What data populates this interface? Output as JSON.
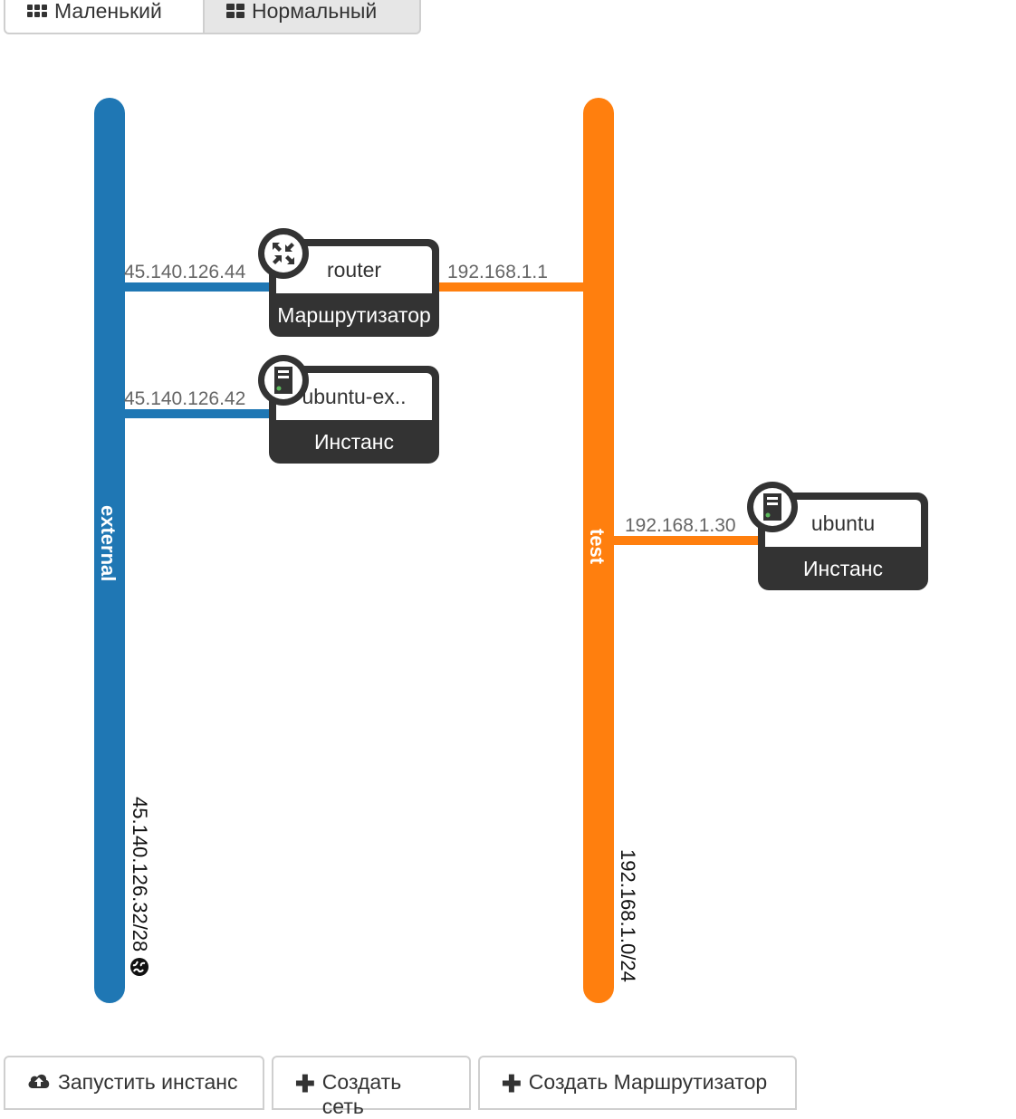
{
  "view_toggle": {
    "small_label": "Маленький",
    "normal_label": "Нормальный",
    "active": "normal"
  },
  "networks": [
    {
      "name": "external",
      "cidr": "45.140.126.32/28",
      "color": "#1f77b4",
      "external": true
    },
    {
      "name": "test",
      "cidr": "192.168.1.0/24",
      "color": "#ff7f0e",
      "external": false
    }
  ],
  "nodes": {
    "router": {
      "name": "router",
      "type": "Маршрутизатор",
      "icon": "router-icon"
    },
    "ubuntu_ex": {
      "name": "ubuntu-ex..",
      "type": "Инстанс",
      "icon": "server-icon",
      "status": "active"
    },
    "ubuntu": {
      "name": "ubuntu",
      "type": "Инстанс",
      "icon": "server-icon",
      "status": "active"
    }
  },
  "links": {
    "router_external_ip": "45.140.126.44",
    "router_test_ip": "192.168.1.1",
    "ubuntu_ex_external_ip": "45.140.126.42",
    "ubuntu_test_ip": "192.168.1.30"
  },
  "colors": {
    "node_dark": "#333333",
    "status_green": "#5cb85c",
    "ip_text": "#666666"
  },
  "actions": {
    "launch_instance": "Запустить инстанс",
    "create_network": "Создать сеть",
    "create_router": "Создать Маршрутизатор"
  }
}
